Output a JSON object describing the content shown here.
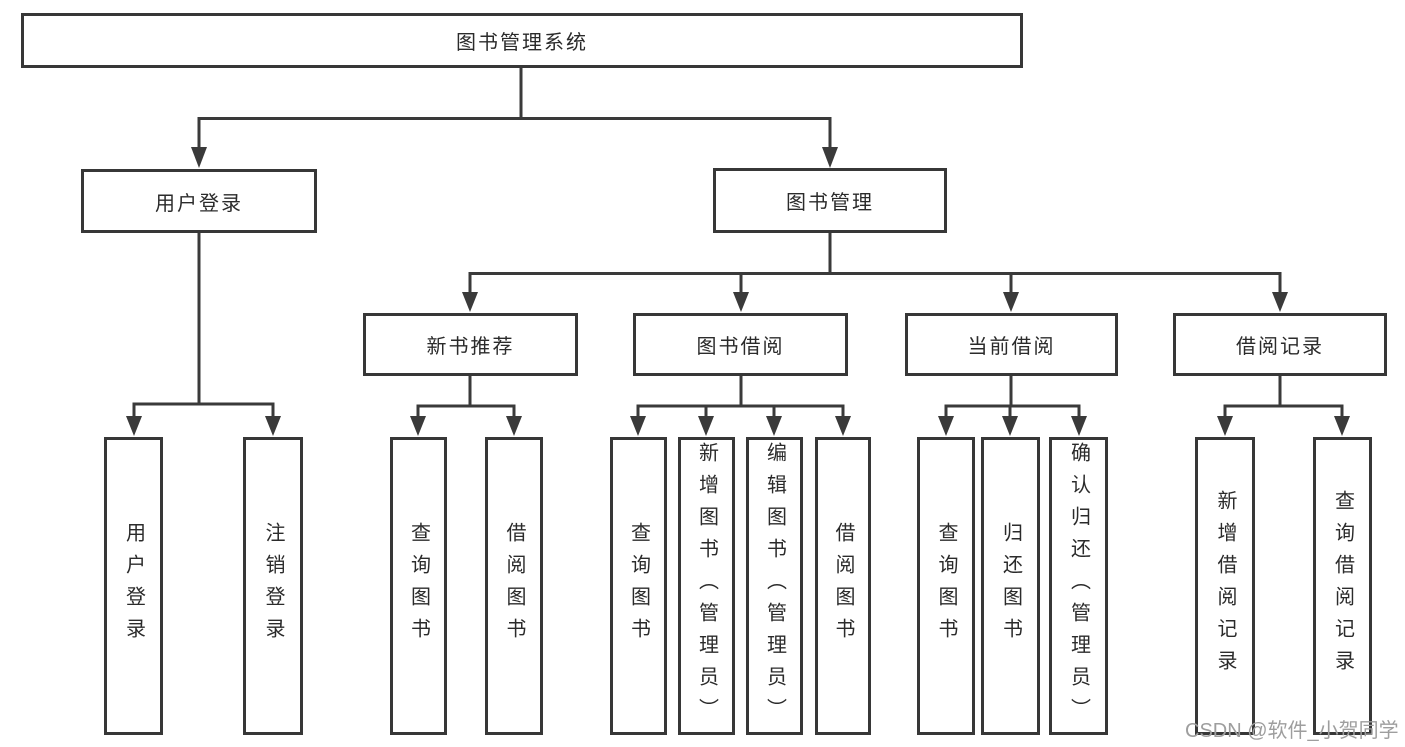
{
  "diagram": {
    "root": {
      "label": "图书管理系统"
    },
    "level2": [
      {
        "label": "用户登录"
      },
      {
        "label": "图书管理"
      }
    ],
    "level3": [
      {
        "label": "新书推荐"
      },
      {
        "label": "图书借阅"
      },
      {
        "label": "当前借阅"
      },
      {
        "label": "借阅记录"
      }
    ],
    "leaves": [
      {
        "label": "用户登录"
      },
      {
        "label": "注销登录"
      },
      {
        "label": "查询图书"
      },
      {
        "label": "借阅图书"
      },
      {
        "label": "查询图书"
      },
      {
        "label": "新增图书（管理员）"
      },
      {
        "label": "编辑图书（管理员）"
      },
      {
        "label": "借阅图书"
      },
      {
        "label": "查询图书"
      },
      {
        "label": "归还图书"
      },
      {
        "label": "确认归还（管理员）"
      },
      {
        "label": "新增借阅记录"
      },
      {
        "label": "查询借阅记录"
      }
    ]
  },
  "watermark": "CSDN @软件_小贺同学",
  "colors": {
    "line": "#3a3a3a",
    "text": "#2b2b2b",
    "watermark": "#9e9e9e",
    "background": "#ffffff"
  }
}
